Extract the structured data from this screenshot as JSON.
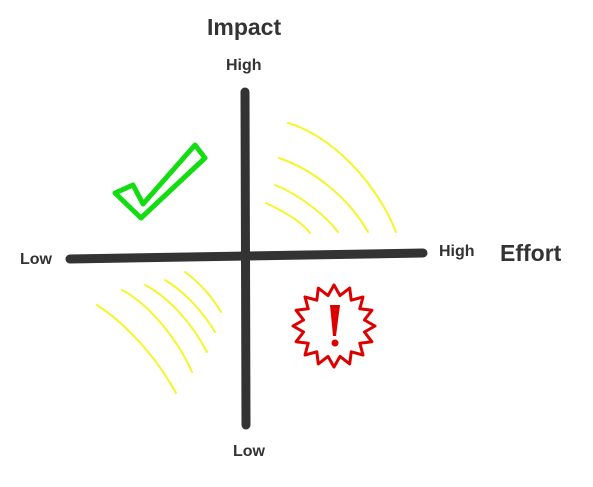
{
  "diagram": {
    "vertical_axis": {
      "title": "Impact",
      "high_label": "High",
      "low_label": "Low"
    },
    "horizontal_axis": {
      "title": "Effort",
      "low_label": "Low",
      "high_label": "High"
    },
    "quadrant_icons": {
      "high_impact_low_effort": "checkmark-icon",
      "low_impact_high_effort": "warning-burst-icon"
    },
    "colors": {
      "axis": "#333333",
      "text": "#333333",
      "checkmark": "#11dd11",
      "warning": "#dd0000",
      "highlight_strokes": "#f5f52a"
    }
  }
}
